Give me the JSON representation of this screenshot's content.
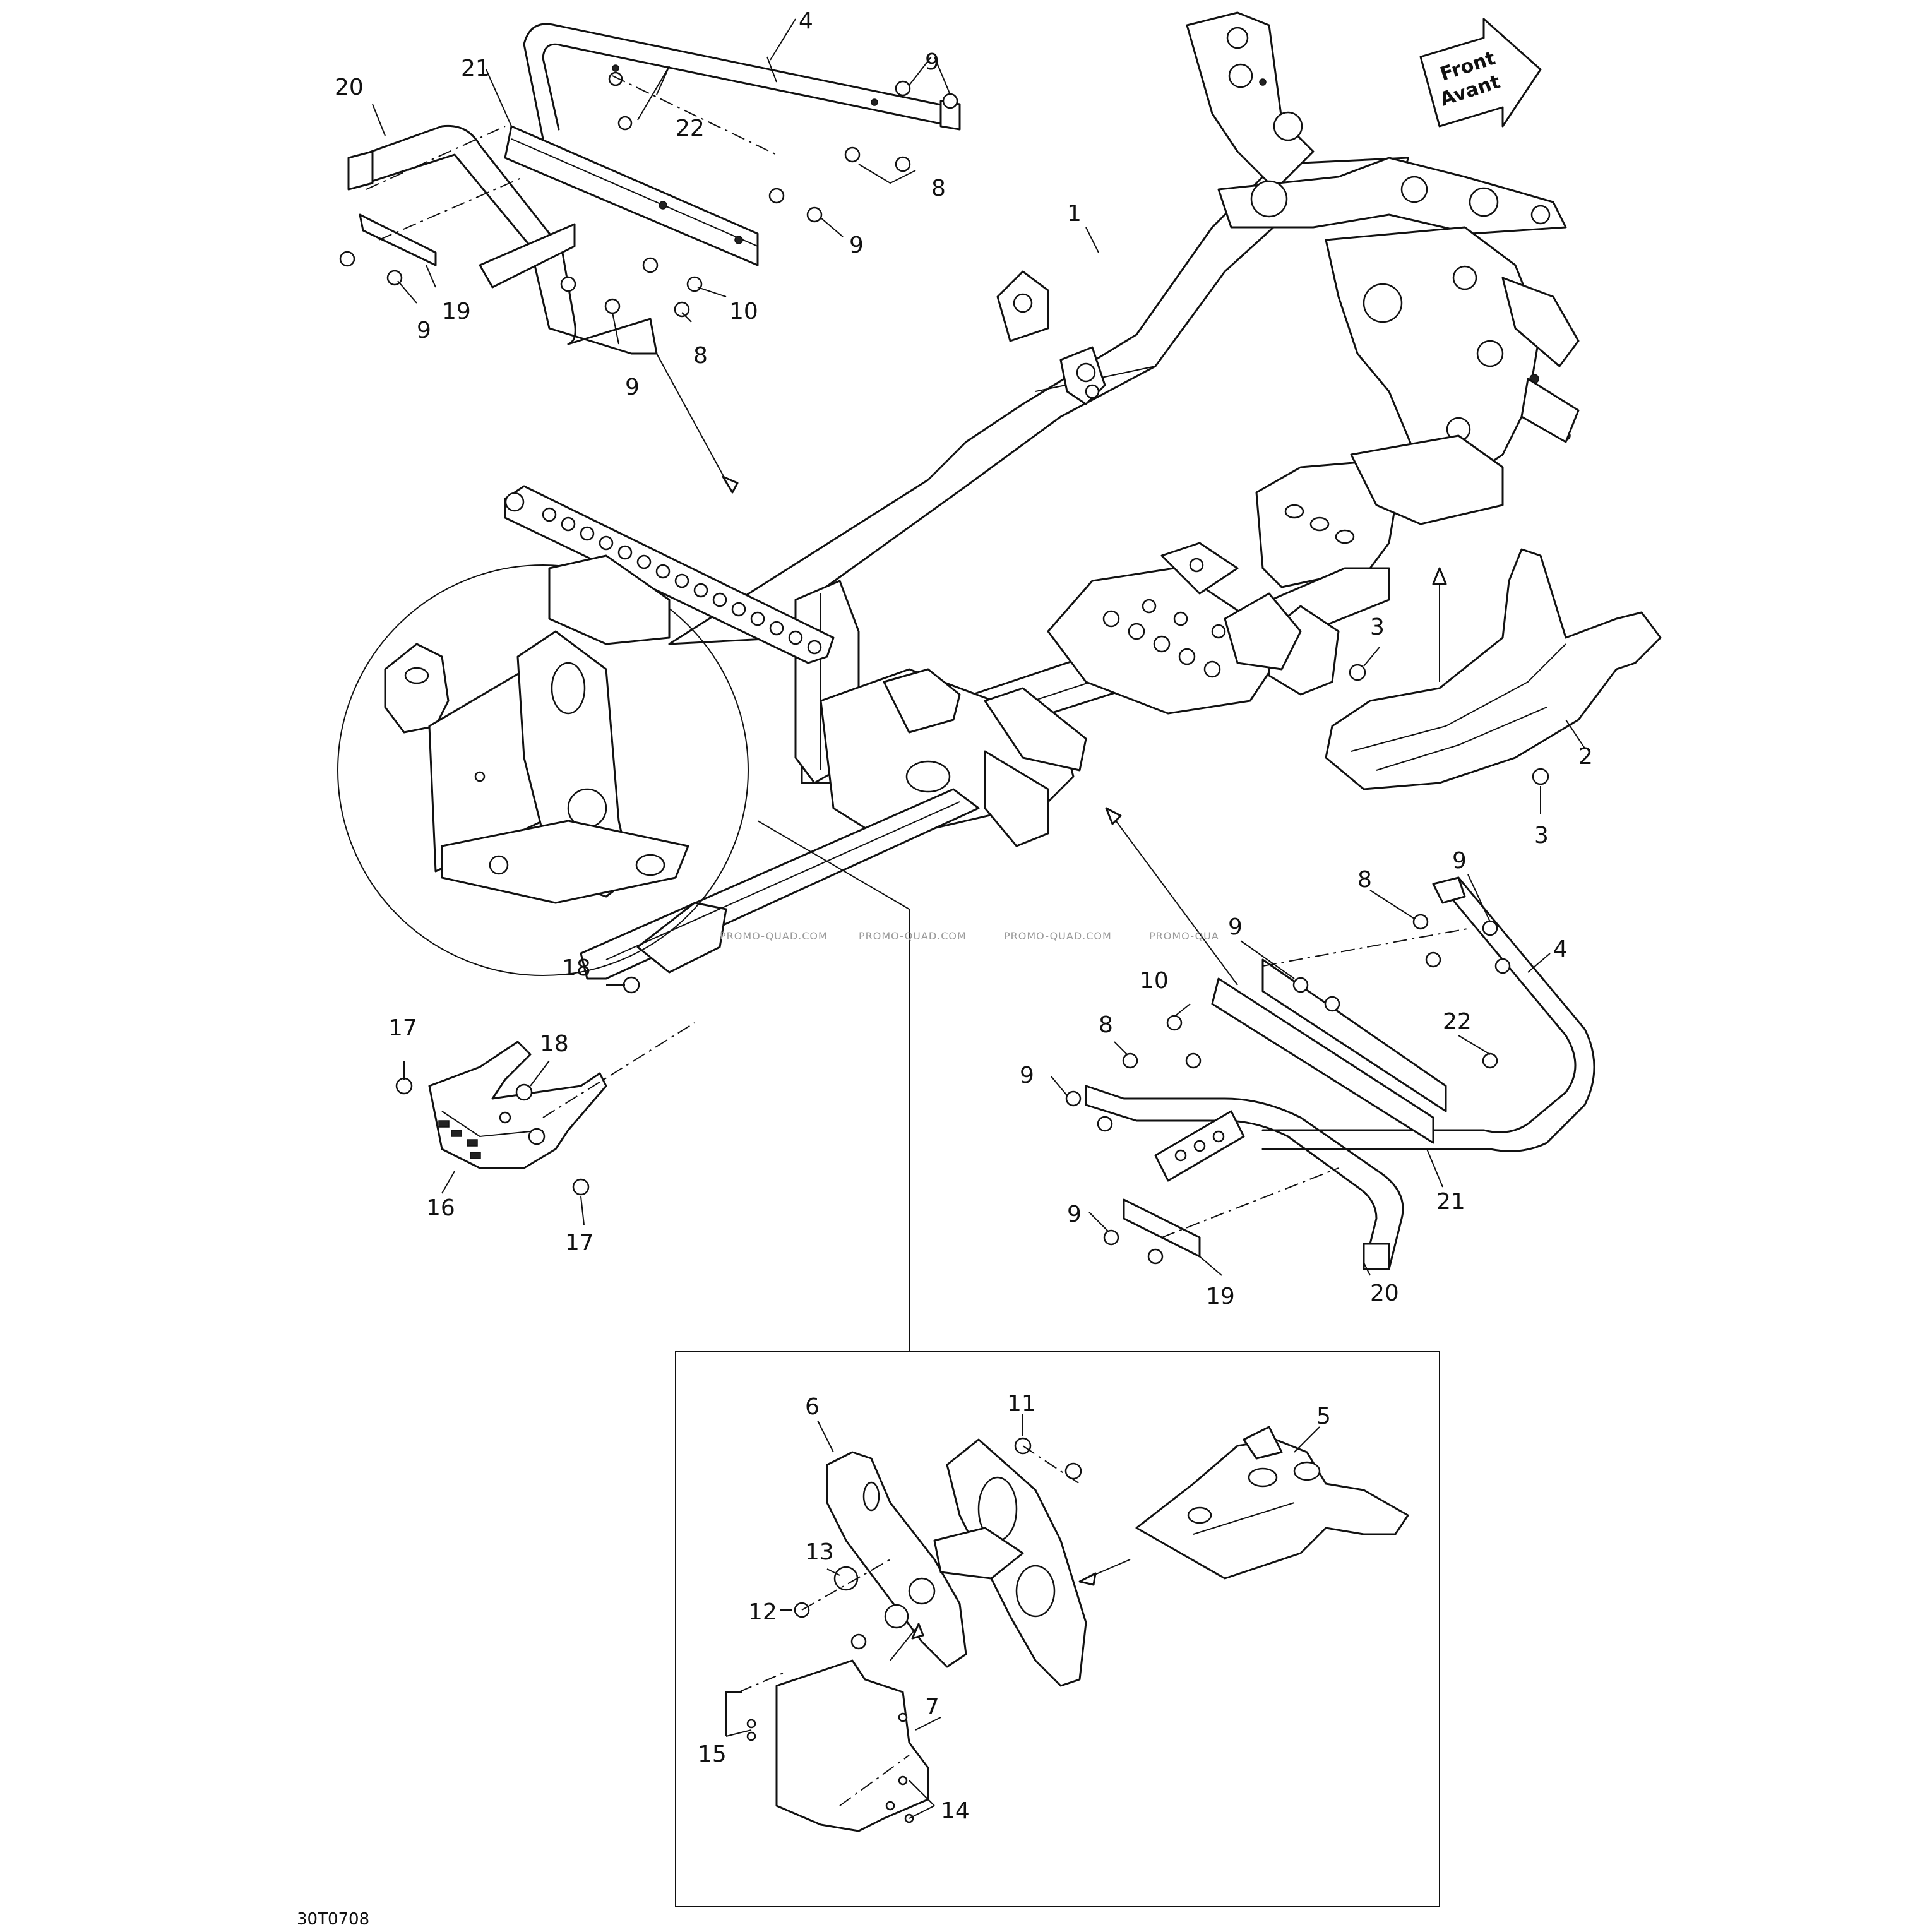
{
  "drawing_code": "30T0708",
  "front_arrow": {
    "line1": "Front",
    "line2": "Avant"
  },
  "watermark": [
    "PROMO-QUAD.COM",
    "PROMO-QUAD.COM",
    "PROMO-QUAD.COM",
    "PROMO-QUA"
  ],
  "callouts": {
    "c1": "1",
    "c2": "2",
    "c3a": "3",
    "c3b": "3",
    "c4a": "4",
    "c4b": "4",
    "c5": "5",
    "c6": "6",
    "c7": "7",
    "c8a": "8",
    "c8b": "8",
    "c8c": "8",
    "c8d": "8",
    "c9a": "9",
    "c9b": "9",
    "c9c": "9",
    "c9d": "9",
    "c9e": "9",
    "c9f": "9",
    "c9g": "9",
    "c9h": "9",
    "c10a": "10",
    "c10b": "10",
    "c11": "11",
    "c12": "12",
    "c13": "13",
    "c14": "14",
    "c15": "15",
    "c16": "16",
    "c17a": "17",
    "c17b": "17",
    "c18a": "18",
    "c18b": "18",
    "c19a": "19",
    "c19b": "19",
    "c20a": "20",
    "c20b": "20",
    "c21a": "21",
    "c21b": "21",
    "c22a": "22",
    "c22b": "22"
  }
}
